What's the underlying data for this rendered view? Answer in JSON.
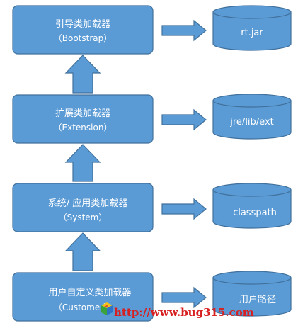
{
  "colors": {
    "fill": "#5b9bd5",
    "stroke": "#41719c",
    "text": "#ffffff",
    "watermark": "#d81f1f"
  },
  "loaders": [
    {
      "name": "引导类加载器",
      "sub": "（Bootstrap）"
    },
    {
      "name": "扩展类加载器",
      "sub": "（Extension）"
    },
    {
      "name": "系统/  应用类加载器",
      "sub": "（System）"
    },
    {
      "name": "用户自定义类加载器",
      "sub": "（Customer）"
    }
  ],
  "paths": [
    {
      "label": "rt.jar"
    },
    {
      "label": "jre/lib/ext"
    },
    {
      "label": "classpath"
    },
    {
      "label": "用户路径"
    }
  ],
  "watermark": {
    "text": "http://www.bug315.com",
    "logo_icon": "multicolor-cube-icon"
  }
}
